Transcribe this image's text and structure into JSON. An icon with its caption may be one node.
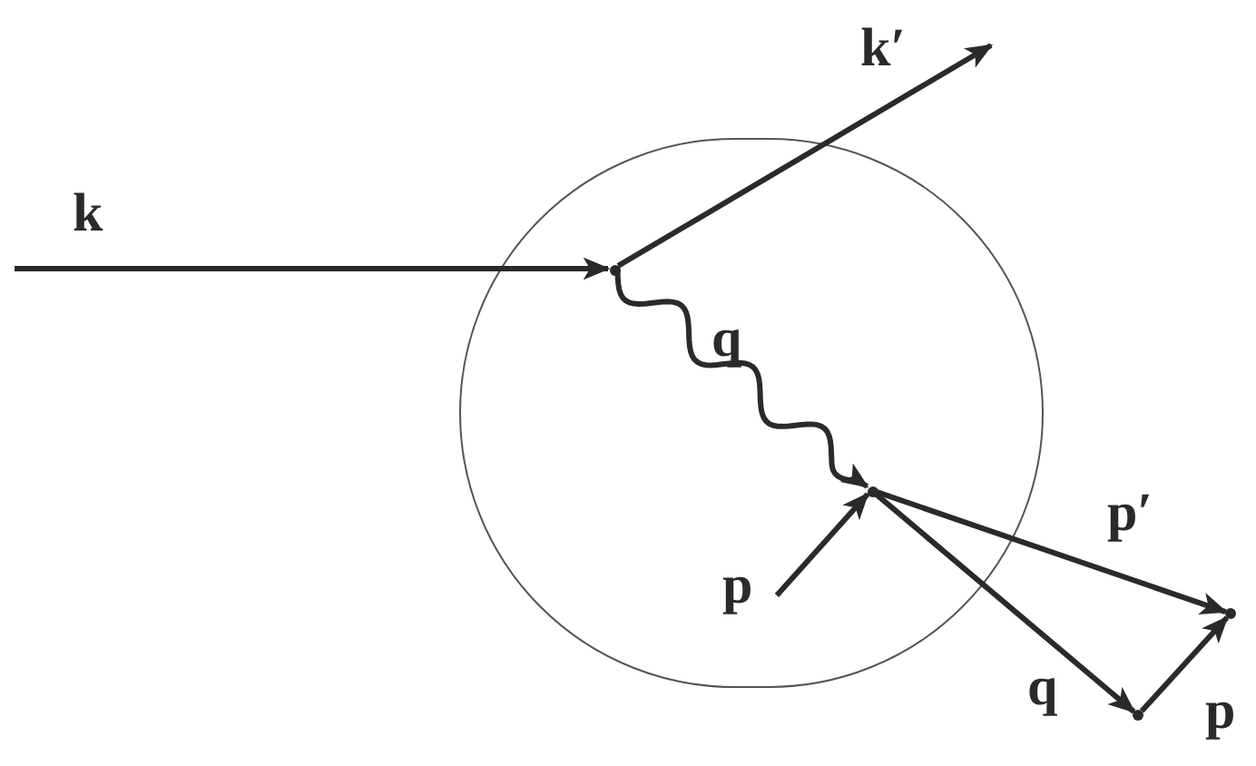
{
  "diagram": {
    "nodes": [
      {
        "text": [],
        "shape": "circle"
      },
      {
        "text": [],
        "shape": "dot",
        "in": 0
      },
      {
        "text": [],
        "shape": "dot",
        "in": 0
      },
      {
        "text": [],
        "shape": "dot"
      },
      {
        "text": [],
        "shape": "dot"
      }
    ],
    "edges": [
      {
        "from": null,
        "to": 1,
        "arrow": "to",
        "label": "k"
      },
      {
        "from": 1,
        "to": null,
        "arrow": "to",
        "label": "k′"
      },
      {
        "from": 1,
        "to": 2,
        "arrow": "to",
        "label": "q"
      },
      {
        "from": null,
        "to": 2,
        "arrow": "to",
        "label": "p"
      },
      {
        "from": 2,
        "to": 4,
        "arrow": "to",
        "label": "p′"
      },
      {
        "from": 2,
        "to": 3,
        "arrow": "to",
        "label": "q"
      },
      {
        "from": 3,
        "to": 4,
        "arrow": "to",
        "label": "p"
      }
    ]
  }
}
